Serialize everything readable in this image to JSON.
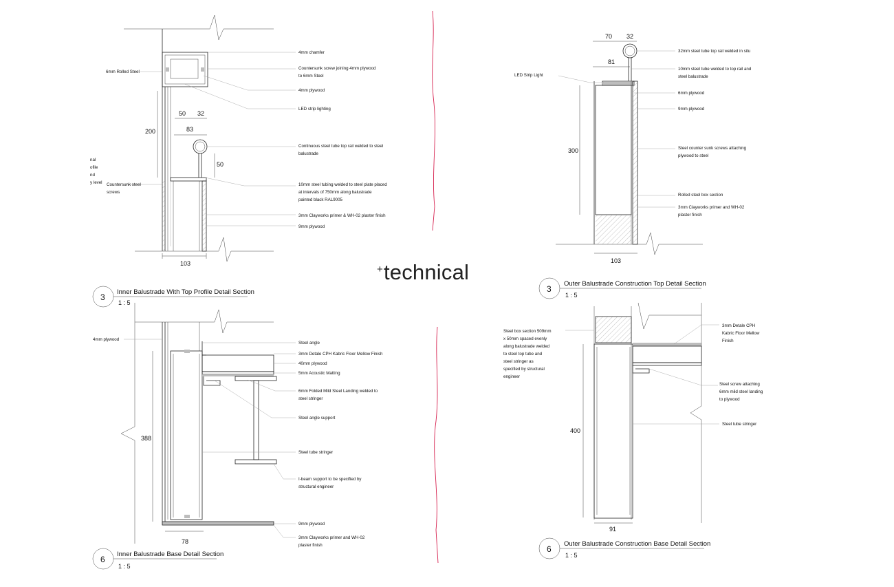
{
  "brand": {
    "plus": "+",
    "word": "technical"
  },
  "d1": {
    "number": "3",
    "title": "Inner Balustrade With Top Profile Detail Section",
    "scale": "1 : 5",
    "dims": {
      "w103": "103",
      "w50": "50",
      "w32": "32",
      "w83": "83",
      "h200": "200",
      "h50": "50"
    },
    "notes": {
      "chamfer": "4mm chamfer",
      "screw1": "Countersunk screw joining 4mm plywood",
      "screw2": "to 6mm Steel",
      "ply4": "4mm plywood",
      "led": "LED strip lighting",
      "rail1": "Continuous steel tube top rail welded to steel",
      "rail2": "balustrade",
      "tub1": "10mm steel tubing welded to steel plate placed",
      "tub2": "at intervals of 750mm along balustrade",
      "tub3": "painted black RAL9005",
      "clay": "3mm Clayworks primer & WH-02 plaster finish",
      "ply9": "9mm plywood",
      "rolled": "6mm Rolled Steel",
      "cs1": "Countersunk steel",
      "cs2": "screws",
      "cut1": "nal",
      "cut2": "ofile",
      "cut3": "nd",
      "cut4": "y level"
    }
  },
  "d2": {
    "number": "3",
    "title": "Outer Balustrade Construction Top Detail Section",
    "scale": "1 : 5",
    "dims": {
      "w70": "70",
      "w32": "32",
      "w81": "81",
      "h300": "300",
      "w103": "103"
    },
    "notes": {
      "rail": "32mm steel tube top rail welded in situ",
      "tube1": "10mm steel tube welded to top rail and",
      "tube2": "steel balustrade",
      "led": "LED Strip Light",
      "ply6": "6mm plywood",
      "ply9": "9mm plywood",
      "cs1": "Steel counter sunk screws attaching",
      "cs2": "plywood to steel",
      "box": "Rolled steel box section",
      "clay1": "3mm Clayworks primer and WH-02",
      "clay2": "plaster finish"
    }
  },
  "d3": {
    "number": "6",
    "title": "Inner Balustrade Base Detail Section",
    "scale": "1 : 5",
    "dims": {
      "h388": "388",
      "w78": "78"
    },
    "notes": {
      "ply4": "4mm plywood",
      "angle": "Steel angle",
      "floor": "3mm Detale CPH Kabric Floor Mellow Finish",
      "ply40": "40mm plywood",
      "mat": "5mm Acoustic Matting",
      "land1": "6mm Folded Mild Steel Landing welded to",
      "land2": "steel stringer",
      "angsup": "Steel angle support",
      "stringer": "Steel tube stringer",
      "ib1": "I-beam support to be specified by",
      "ib2": "structural engineer",
      "ply9": "9mm plywood",
      "clay1": "3mm Clayworks primer and WH-02",
      "clay2": "plaster finish"
    }
  },
  "d4": {
    "number": "6",
    "title": "Outer Balustrade Construction Base Detail Section",
    "scale": "1 : 5",
    "dims": {
      "h400": "400",
      "w91": "91"
    },
    "notes": {
      "box1": "Steel box section 509mm",
      "box2": "x 50mm spaced evenly",
      "box3": "along balustrade welded",
      "box4": "to steel top tube and",
      "box5": "steel stringer as",
      "box6": "specified by structural",
      "box7": "engineer",
      "floor1": "3mm Detale CPH",
      "floor2": "Kabric Floor Mellow",
      "floor3": "Finish",
      "scr1": "Steel screw attaching",
      "scr2": "6mm mild steel landing",
      "scr3": "to plywood",
      "stringer": "Steel tube stringer"
    }
  },
  "colors": {
    "cut_line": "#d6204e",
    "ink": "#222222",
    "fill": "#bdbdbd"
  }
}
